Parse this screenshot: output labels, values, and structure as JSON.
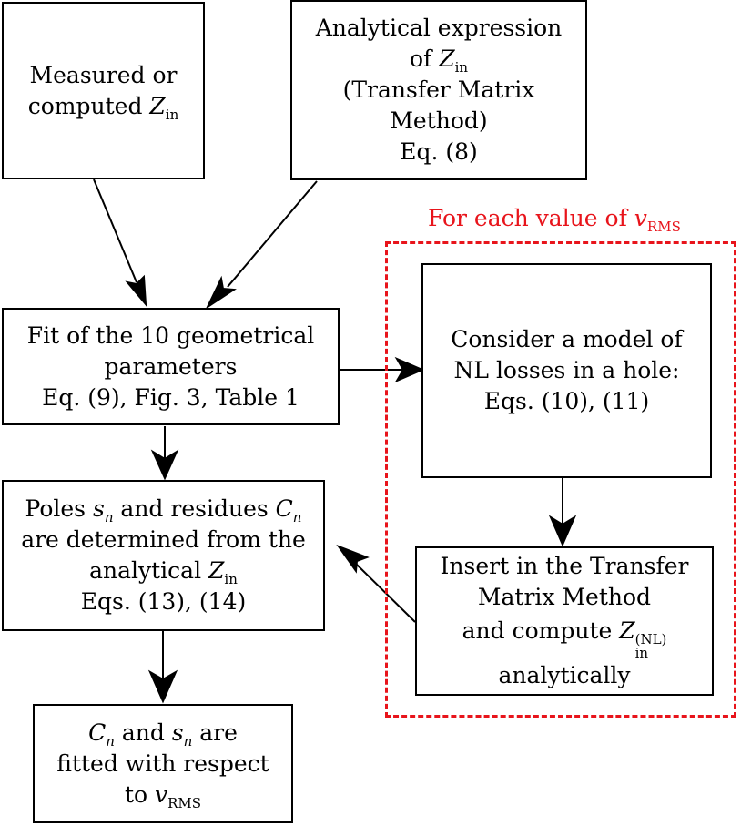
{
  "colors": {
    "stroke": "#000000",
    "group_frame": "#e8141b"
  },
  "nodes": {
    "measured": {
      "line1": "Measured or",
      "line2_text": "computed ",
      "line2_var": "Z",
      "line2_sub": "in"
    },
    "analytical": {
      "line1": "Analytical expression",
      "line2_text": "of ",
      "line2_var": "Z",
      "line2_sub": "in",
      "line3": "(Transfer Matrix",
      "line4": "Method)",
      "line5": "Eq. (8)"
    },
    "fit": {
      "line1": "Fit of the 10 geometrical",
      "line2": "parameters",
      "line3": "Eq. (9), Fig. 3, Table 1"
    },
    "poles": {
      "line1_a": "Poles ",
      "line1_var1": "s",
      "line1_sub1": "n",
      "line1_b": " and residues ",
      "line1_var2": "C",
      "line1_sub2": "n",
      "line2": "are determined from the",
      "line3_text": "analytical ",
      "line3_var": "Z",
      "line3_sub": "in",
      "line4": "Eqs. (13), (14)"
    },
    "fitted": {
      "line1_var1": "C",
      "line1_sub1": "n",
      "line1_a": " and ",
      "line1_var2": "s",
      "line1_sub2": "n",
      "line1_b": " are",
      "line2": "fitted with respect",
      "line3_text": "to ",
      "line3_var": "v",
      "line3_sub": "RMS"
    },
    "model": {
      "line1": "Consider a model of",
      "line2": "NL losses in a hole:",
      "line3": "Eqs. (10), (11)"
    },
    "insert": {
      "line1": "Insert in the Transfer",
      "line2": "Matrix Method",
      "line3_text": "and compute ",
      "line3_var": "Z",
      "line3_sub": "in",
      "line3_sup": "(NL)",
      "line4": "analytically"
    }
  },
  "group": {
    "label_text": "For each value of ",
    "label_var": "v",
    "label_sub": "RMS"
  }
}
